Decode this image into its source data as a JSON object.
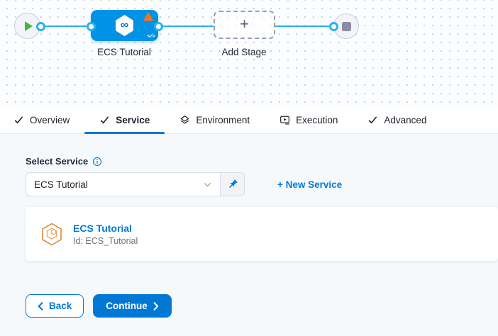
{
  "pipeline": {
    "stage_label": "ECS Tutorial",
    "add_stage_label": "Add Stage",
    "plus_glyph": "+",
    "infinity_glyph": "∞",
    "code_glyph": "</>"
  },
  "tabs": [
    {
      "label": "Overview",
      "icon": "check-icon"
    },
    {
      "label": "Service",
      "icon": "check-icon",
      "active": true
    },
    {
      "label": "Environment",
      "icon": "layers-diamond-icon"
    },
    {
      "label": "Execution",
      "icon": "play-frame-icon"
    },
    {
      "label": "Advanced",
      "icon": "check-icon"
    }
  ],
  "panel": {
    "select_label": "Select Service",
    "select_value": "ECS Tutorial",
    "new_service_label": "+ New Service",
    "card": {
      "title": "ECS Tutorial",
      "id": "Id: ECS_Tutorial"
    }
  },
  "footer": {
    "back_label": "Back",
    "continue_label": "Continue"
  },
  "colors": {
    "primary": "#0278D5",
    "node_blue": "#0092E4",
    "edge_blue": "#2BB1F2",
    "warning_orange": "#F07223",
    "start_green": "#4DB04A",
    "end_gray": "#8D8AA5",
    "service_icon_orange": "#E1802F"
  }
}
